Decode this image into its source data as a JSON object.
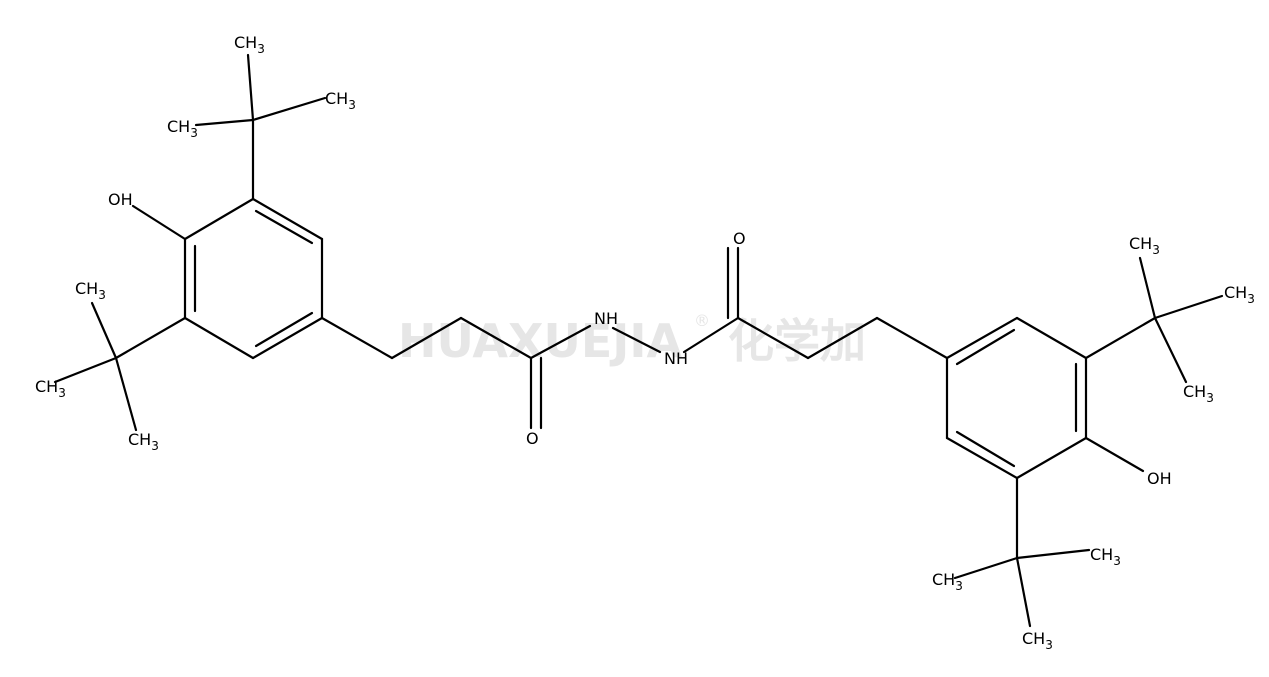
{
  "watermark": {
    "brand": "HUAXUEJIA",
    "cn": "化学加",
    "registered": "®"
  },
  "labels": {
    "ch3_top": "CH3",
    "ch3_left_1": "CH3",
    "ch3_right_top": "CH3",
    "oh_left": "OH",
    "ch3_mid_left_1": "CH3",
    "ch3_mid_left_2": "CH3",
    "ch3_mid_left_3": "CH3",
    "nh_1": "NH",
    "nh_2": "NH",
    "o_bottom": "O",
    "o_top": "O",
    "ch3_r1": "CH3",
    "ch3_r2": "CH3",
    "ch3_r3": "CH3",
    "oh_right": "OH",
    "ch3_b1": "CH3",
    "ch3_b2": "CH3",
    "ch3_b3": "CH3"
  }
}
